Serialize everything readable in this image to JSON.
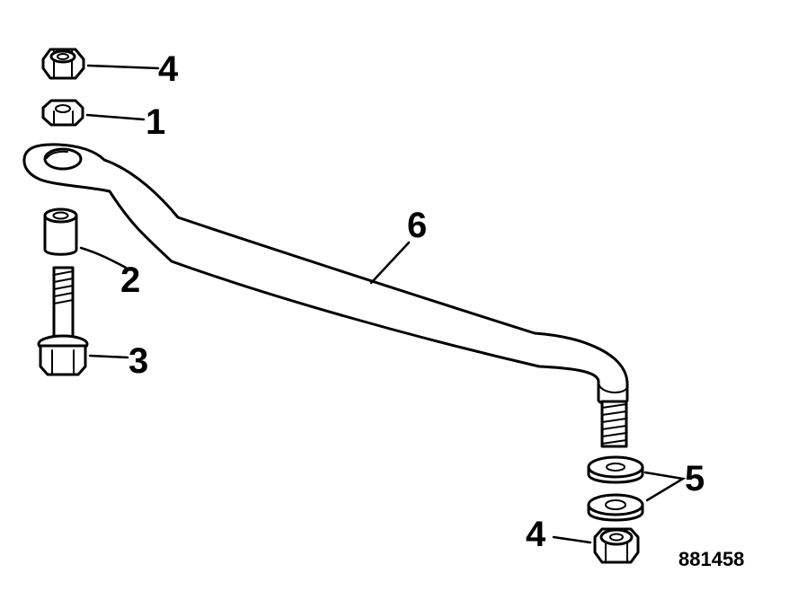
{
  "callouts": {
    "nut_top": "4",
    "nut_plain": "1",
    "spacer": "2",
    "bolt": "3",
    "washers": "5",
    "nut_bottom": "4",
    "link_rod": "6"
  },
  "figure_number": "881458",
  "colors": {
    "line": "#000000",
    "background": "#ffffff"
  }
}
